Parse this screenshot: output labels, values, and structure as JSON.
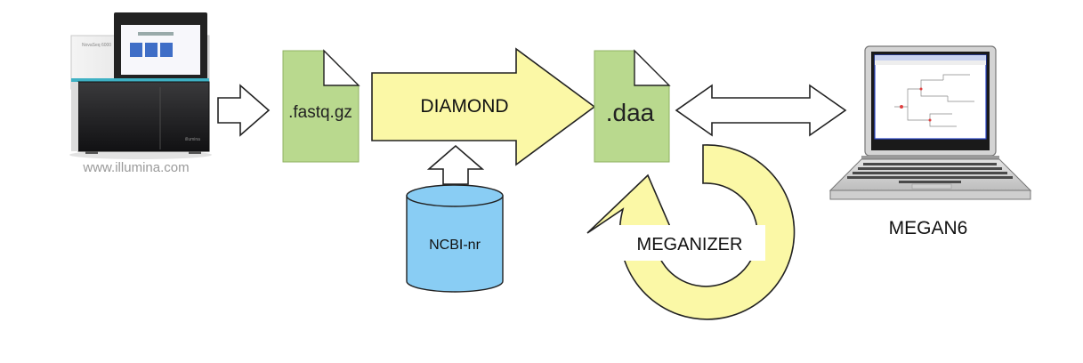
{
  "sequencer": {
    "caption": "www.illumina.com",
    "model_text": "NovaSeq 6000",
    "brand_text": "illumina"
  },
  "fastq_file": {
    "label": ".fastq.gz"
  },
  "diamond_arrow": {
    "label": "DIAMOND"
  },
  "database": {
    "label": "NCBI-nr"
  },
  "daa_file": {
    "label": ".daa"
  },
  "meganizer": {
    "label": "MEGANIZER"
  },
  "laptop": {
    "caption": "MEGAN6"
  },
  "colors": {
    "file_green": "#b9d98e",
    "arrow_yellow": "#fbf8a6",
    "db_blue": "#89cdf4",
    "outline": "#333333"
  },
  "icons": [
    "sequencer-image",
    "file-icon",
    "cylinder-database-icon",
    "laptop-icon",
    "circular-arrow-icon"
  ]
}
